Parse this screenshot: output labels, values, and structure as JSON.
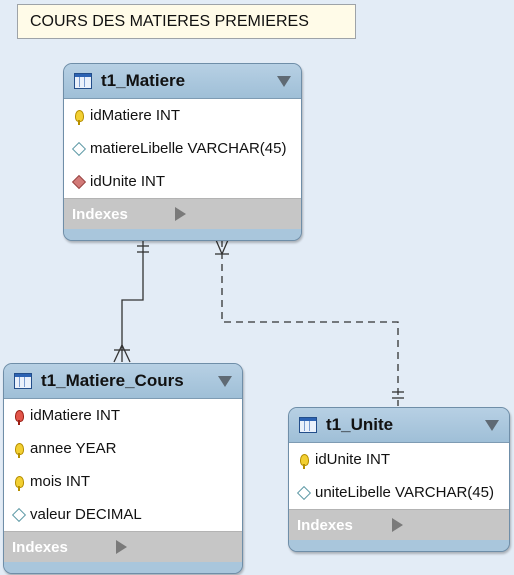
{
  "diagram_title": "COURS DES MATIERES PREMIERES",
  "indexes_label": "Indexes",
  "tables": {
    "matiere": {
      "name": "t1_Matiere",
      "columns": [
        {
          "label": "idMatiere INT",
          "icon": "primary-key-icon"
        },
        {
          "label": "matiereLibelle VARCHAR(45)",
          "icon": "column-diamond-icon"
        },
        {
          "label": "idUnite INT",
          "icon": "foreign-key-diamond-icon"
        }
      ]
    },
    "matiere_cours": {
      "name": "t1_Matiere_Cours",
      "columns": [
        {
          "label": "idMatiere INT",
          "icon": "primary-foreign-key-icon"
        },
        {
          "label": "annee YEAR",
          "icon": "primary-key-icon"
        },
        {
          "label": "mois INT",
          "icon": "primary-key-icon"
        },
        {
          "label": "valeur DECIMAL",
          "icon": "column-diamond-icon"
        }
      ]
    },
    "unite": {
      "name": "t1_Unite",
      "columns": [
        {
          "label": "idUnite INT",
          "icon": "primary-key-icon"
        },
        {
          "label": "uniteLibelle VARCHAR(45)",
          "icon": "column-diamond-icon"
        }
      ]
    }
  },
  "relationships": [
    {
      "from": "t1_Matiere",
      "to": "t1_Matiere_Cours",
      "style": "solid",
      "cardinality": "one-to-many"
    },
    {
      "from": "t1_Unite",
      "to": "t1_Matiere",
      "style": "dashed",
      "cardinality": "one-to-many"
    }
  ],
  "colors": {
    "canvas": "#e3ecf6",
    "table_header": "#a9c6dc",
    "indexes_bar": "#c6c6c6",
    "title_note": "#fffbe8"
  }
}
